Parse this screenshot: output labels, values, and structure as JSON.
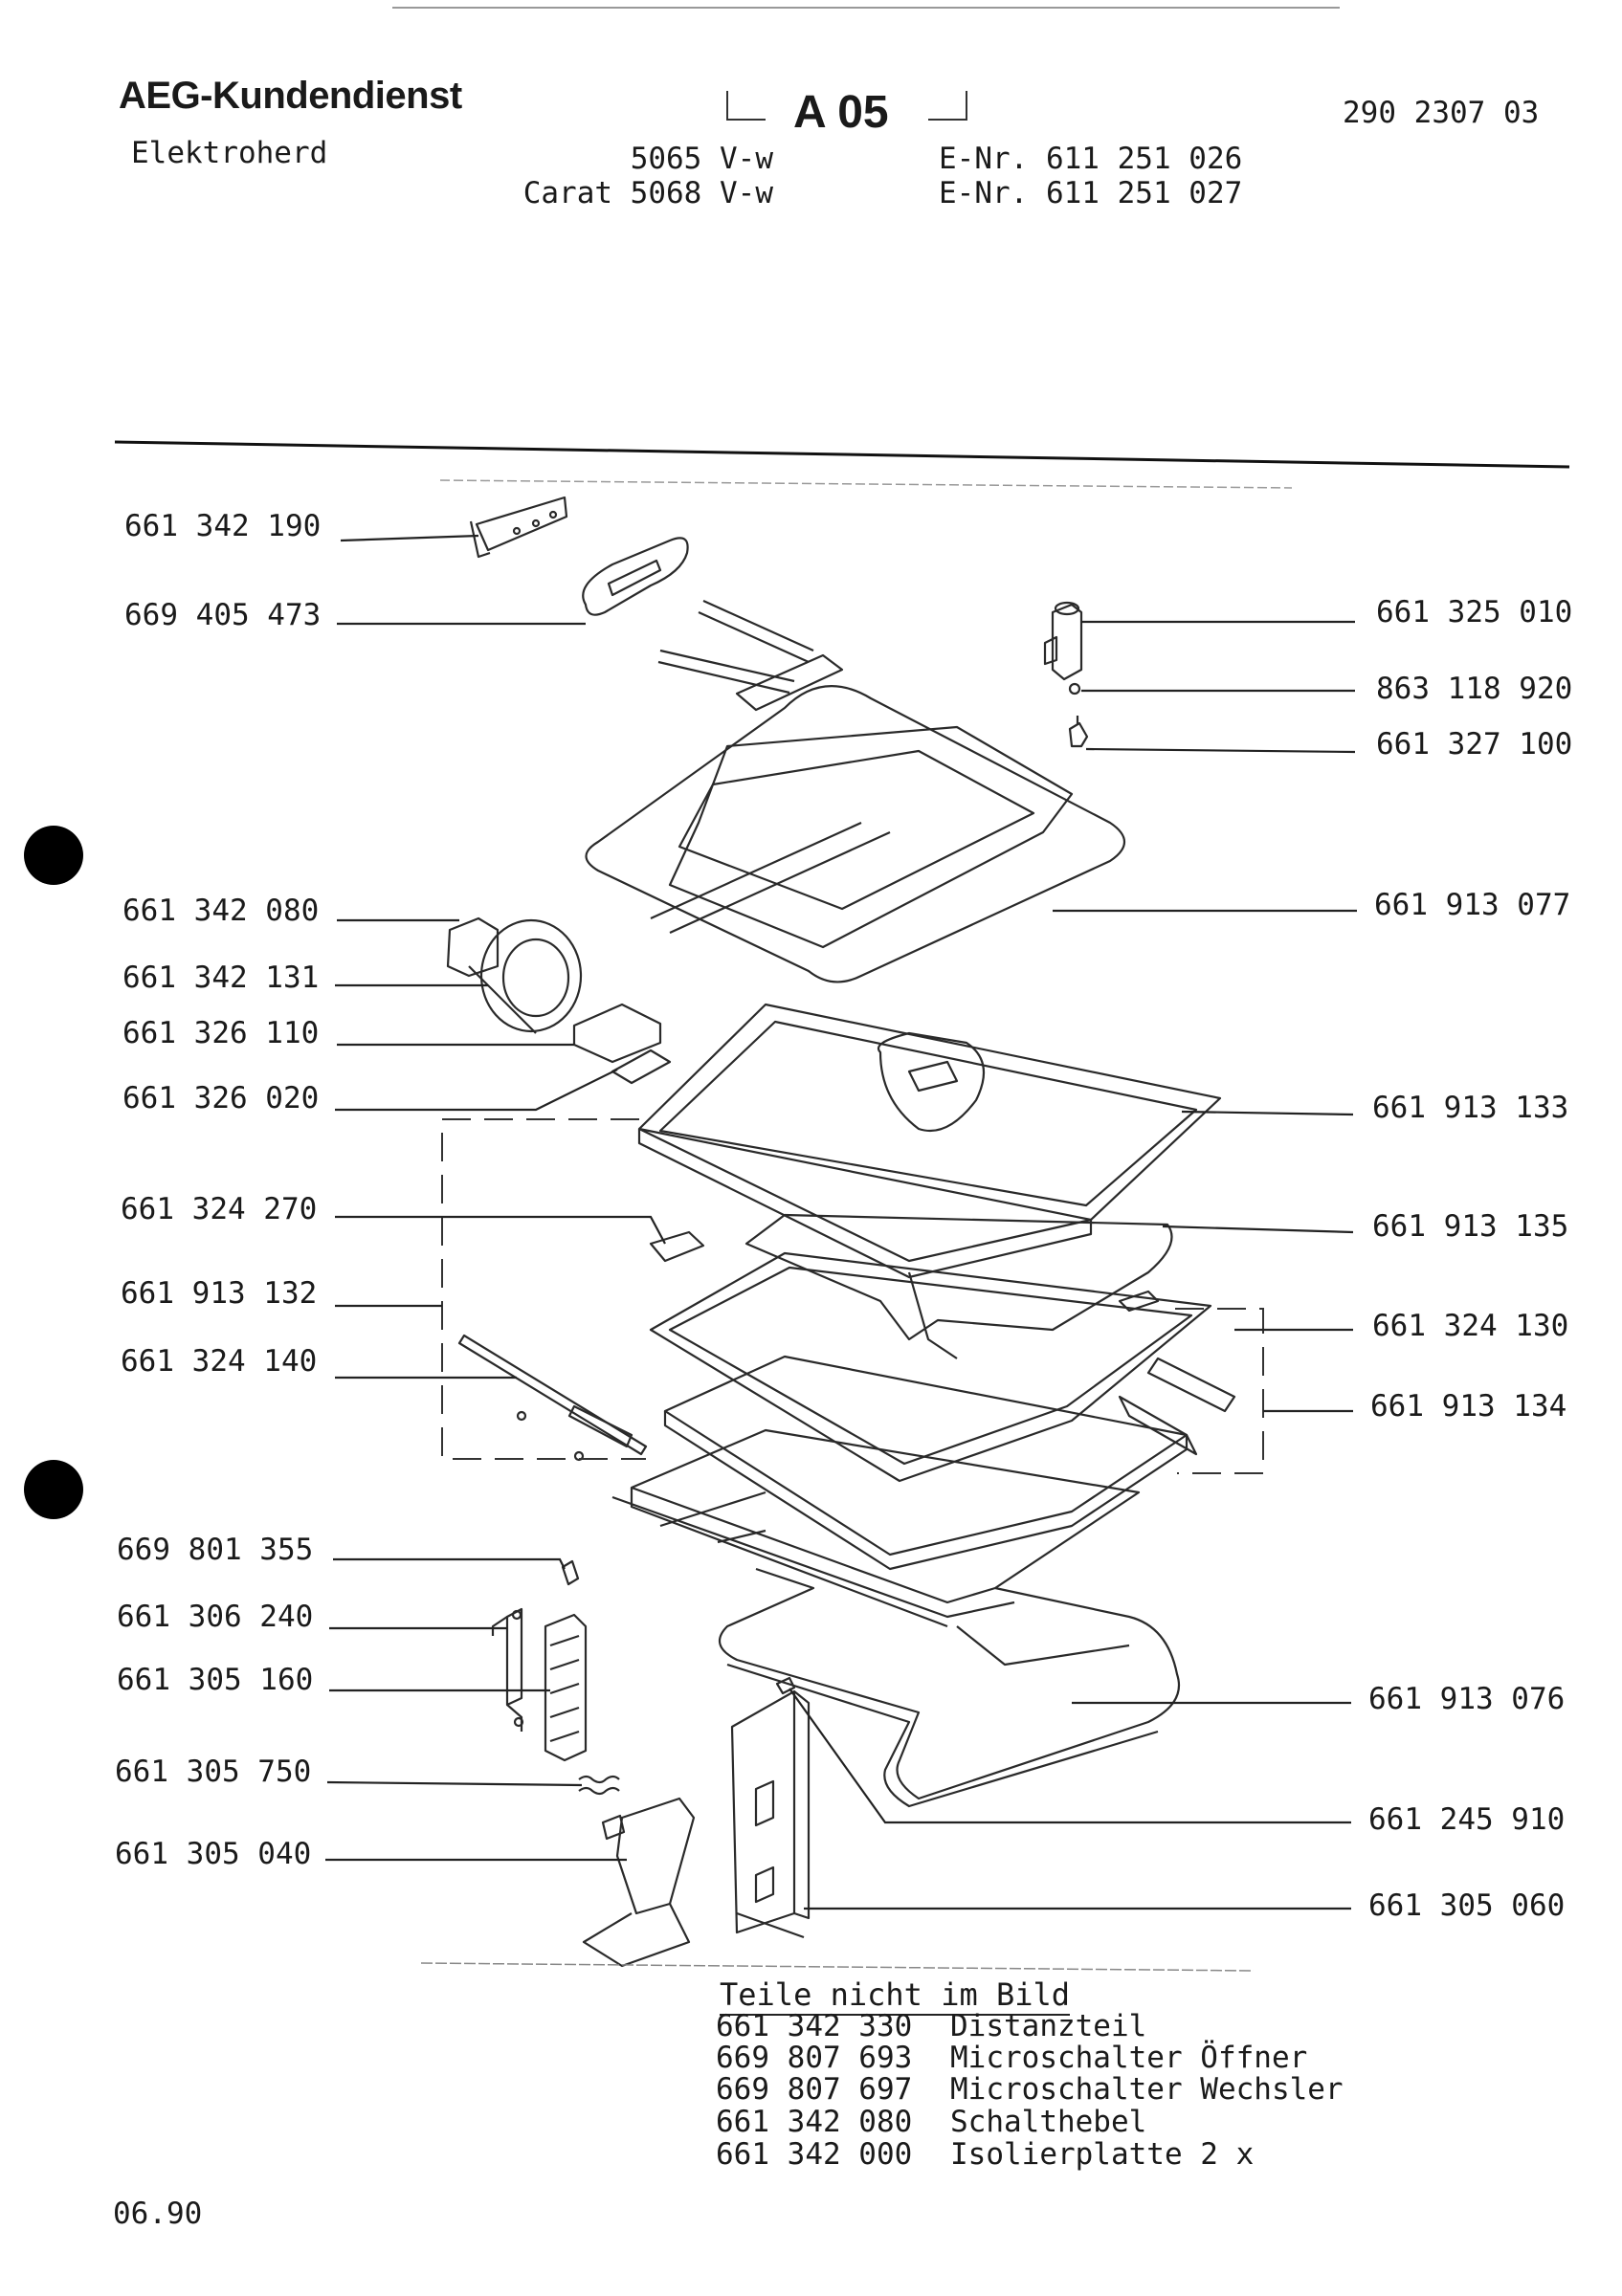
{
  "header": {
    "brand": "AEG-Kundendienst",
    "subtitle": "Elektroherd",
    "sheet": "A 05",
    "doc_number": "290 2307 03",
    "models": [
      {
        "model": "5065 V-w",
        "enr": "E-Nr. 611 251 026"
      },
      {
        "model": "Carat 5068 V-w",
        "enr": "E-Nr. 611 251 027"
      }
    ]
  },
  "parts_left": [
    "661 342 190",
    "669 405 473",
    "661 342 080",
    "661 342 131",
    "661 326 110",
    "661 326 020",
    "661 324 270",
    "661 913 132",
    "661 324 140",
    "669 801 355",
    "661 306 240",
    "661 305 160",
    "661 305 750",
    "661 305 040"
  ],
  "parts_right": [
    "661 325 010",
    "863 118 920",
    "661 327 100",
    "661 913 077",
    "661 913 133",
    "661 913 135",
    "661 324 130",
    "661 913 134",
    "661 913 076",
    "661 245 910",
    "661 305 060"
  ],
  "not_shown": {
    "heading": "Teile nicht im Bild",
    "items": [
      {
        "number": "661 342 330",
        "desc": "Distanzteil"
      },
      {
        "number": "669 807 693",
        "desc": "Microschalter Öffner"
      },
      {
        "number": "669 807 697",
        "desc": "Microschalter Wechsler"
      },
      {
        "number": "661 342 080",
        "desc": "Schalthebel"
      },
      {
        "number": "661 342 000",
        "desc": "Isolierplatte 2 x"
      }
    ]
  },
  "footer": {
    "date": "06.90"
  }
}
